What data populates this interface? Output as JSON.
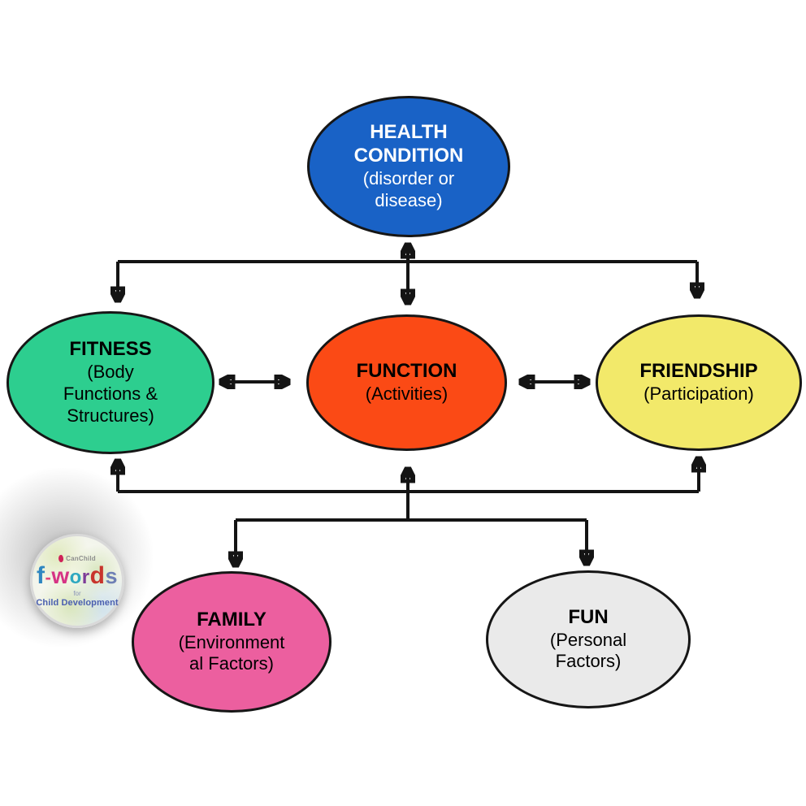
{
  "diagram": {
    "arrow_color": "#141414",
    "nodes": {
      "health": {
        "title": "HEALTH\nCONDITION",
        "subtitle": "(disorder or\ndisease)",
        "fill": "#1962C6",
        "text_color": "#FFFFFF"
      },
      "fitness": {
        "title": "FITNESS",
        "subtitle": "(Body\nFunctions &\nStructures)",
        "fill": "#2DCE8F",
        "text_color": "#000000"
      },
      "function": {
        "title": "FUNCTION",
        "subtitle": "(Activities)",
        "fill": "#FB4A15",
        "text_color": "#000000"
      },
      "friendship": {
        "title": "FRIENDSHIP",
        "subtitle": "(Participation)",
        "fill": "#F2E96A",
        "text_color": "#000000"
      },
      "family": {
        "title": "FAMILY",
        "subtitle": "(Environment\nal Factors)",
        "fill": "#EC5F9F",
        "text_color": "#000000"
      },
      "fun": {
        "title": "FUN",
        "subtitle": "(Personal\nFactors)",
        "fill": "#EAEAEA",
        "text_color": "#000000"
      }
    }
  },
  "logo": {
    "brand": "CanChild",
    "fword_letters": [
      {
        "ch": "f",
        "color": "#2E86C1"
      },
      {
        "ch": "-",
        "color": "#E0447A"
      },
      {
        "ch": "w",
        "color": "#D63384"
      },
      {
        "ch": "o",
        "color": "#2FA8C0"
      },
      {
        "ch": "r",
        "color": "#7D3C98"
      },
      {
        "ch": "d",
        "color": "#C8342B"
      },
      {
        "ch": "s",
        "color": "#6E7FB5"
      }
    ],
    "for_text": "for",
    "subtitle": "Child Development"
  }
}
